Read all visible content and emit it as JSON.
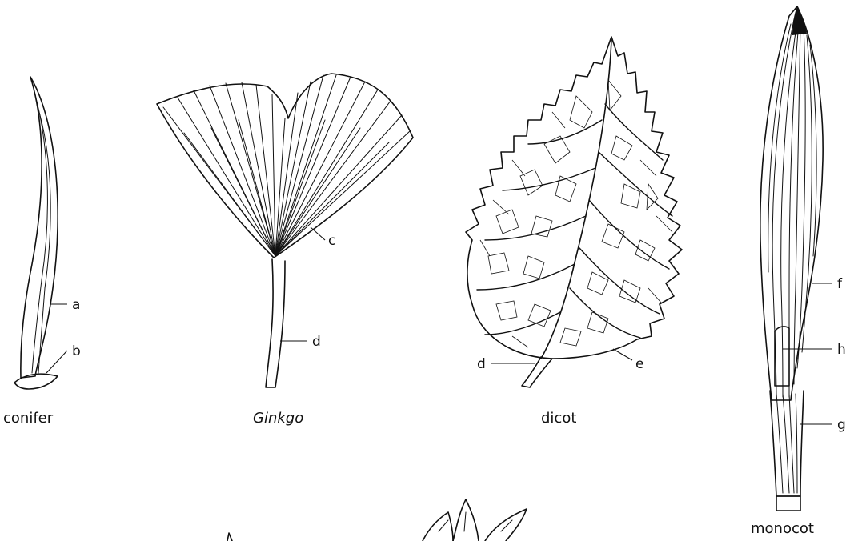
{
  "captions": {
    "conifer": "conifer",
    "ginkgo": "Ginkgo",
    "dicot": "dicot",
    "monocot": "monocot"
  },
  "labels": {
    "a": "a",
    "b": "b",
    "c": "c",
    "d_ginkgo": "d",
    "d_dicot": "d",
    "e": "e",
    "f": "f",
    "g": "g",
    "h": "h"
  }
}
